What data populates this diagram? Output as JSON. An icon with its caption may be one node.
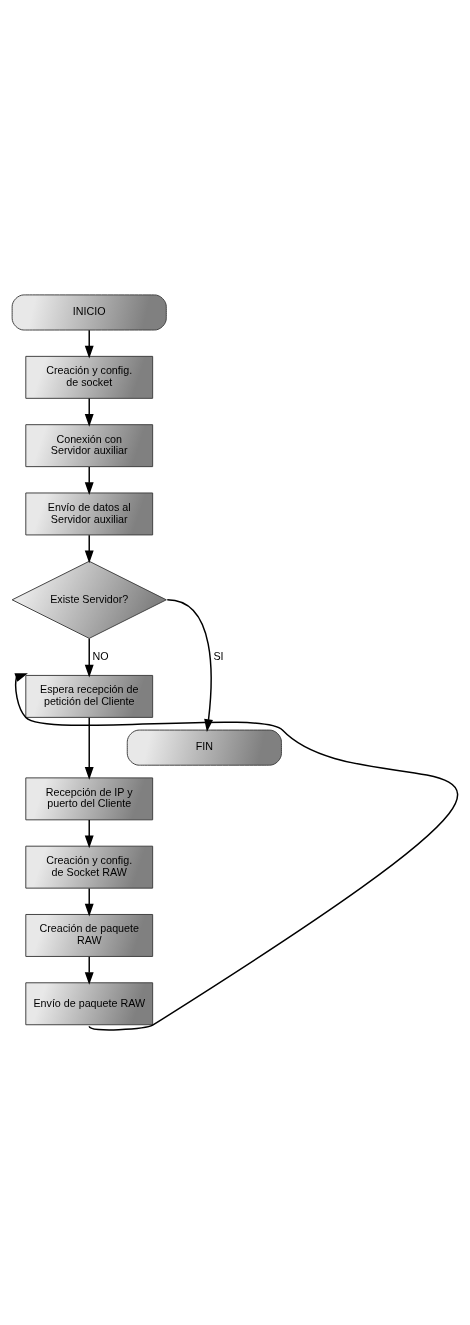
{
  "diagram": {
    "nodes": [
      {
        "text": [
          "INICIO"
        ]
      },
      {
        "text": [
          "Creación y config. de socket"
        ]
      },
      {
        "text": [
          "Conexión con Servidor auxiliar"
        ]
      },
      {
        "text": [
          "Envío de datos al Servidor auxiliar"
        ]
      },
      {
        "text": [
          "Existe Servidor?"
        ]
      },
      {
        "text": [
          "FIN"
        ]
      },
      {
        "text": [
          "Espera recepción de petición del Cliente"
        ]
      },
      {
        "text": [
          "Recepción de IP y puerto del Cliente"
        ]
      },
      {
        "text": [
          "Creación y config. de Socket RAW"
        ]
      },
      {
        "text": [
          "Creación de paquete RAW"
        ]
      },
      {
        "text": [
          "Envío de paquete RAW"
        ]
      }
    ],
    "edges": [
      {
        "from": 0,
        "to": 1,
        "arrow": "to"
      },
      {
        "from": 1,
        "to": 2,
        "arrow": "to"
      },
      {
        "from": 2,
        "to": 3,
        "arrow": "to"
      },
      {
        "from": 3,
        "to": 4,
        "arrow": "to"
      },
      {
        "from": 4,
        "to": 5,
        "arrow": "to",
        "label": "SI"
      },
      {
        "from": 4,
        "to": 6,
        "arrow": "to",
        "label": "NO"
      },
      {
        "from": 6,
        "to": 7,
        "arrow": "to"
      },
      {
        "from": 7,
        "to": 8,
        "arrow": "to"
      },
      {
        "from": 8,
        "to": 9,
        "arrow": "to"
      },
      {
        "from": 9,
        "to": 10,
        "arrow": "to"
      },
      {
        "from": 10,
        "to": 6,
        "arrow": "to"
      }
    ]
  }
}
